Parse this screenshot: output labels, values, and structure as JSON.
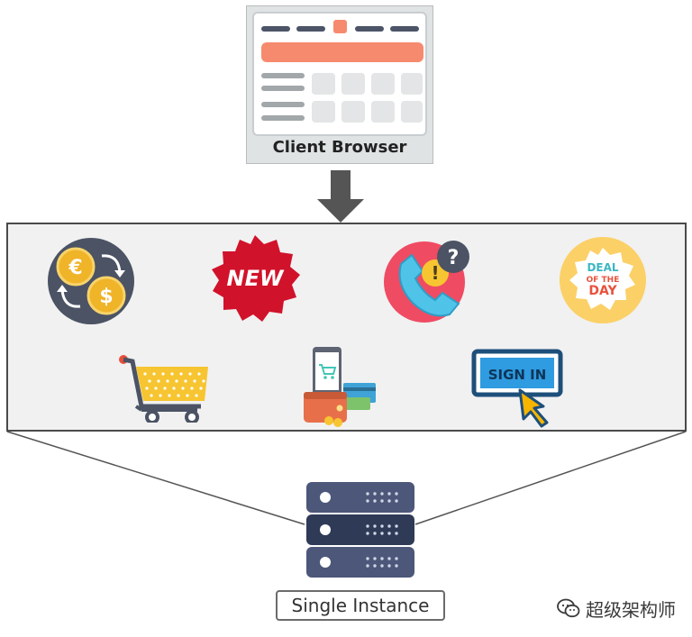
{
  "client": {
    "label": "Client Browser"
  },
  "services": {
    "new_badge": "NEW",
    "deal_badge": {
      "line1": "DEAL",
      "line2": "OF THE",
      "line3": "DAY"
    },
    "signin_button": "SIGN IN",
    "currency": {
      "euro": "€",
      "dollar": "$"
    },
    "support": {
      "question": "?",
      "exclaim": "!"
    }
  },
  "server": {
    "label": "Single Instance"
  },
  "watermark": {
    "text": "超级架构师"
  },
  "icons": [
    "currency-exchange-icon",
    "new-badge-icon",
    "phone-support-icon",
    "deal-of-the-day-icon",
    "shopping-cart-icon",
    "mobile-wallet-payment-icon",
    "sign-in-icon",
    "server-stack-icon",
    "wechat-icon"
  ],
  "colors": {
    "accent_orange": "#f68a6e",
    "server_blue": "#4c5779",
    "panel_bg": "#f1f1f1"
  }
}
